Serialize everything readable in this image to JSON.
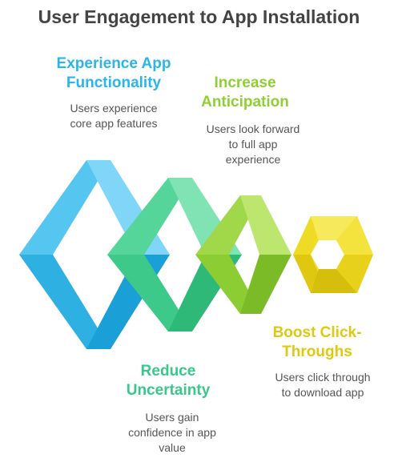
{
  "title": "User Engagement to App Installation",
  "colors": {
    "blue": "#2bb5e8",
    "green": "#38c88a",
    "lime": "#8fcf33",
    "yellow": "#ddc90f",
    "text": "#555555",
    "title": "#444444"
  },
  "stages": [
    {
      "label": "Experience App\nFunctionality",
      "description": "Users experience\ncore app features"
    },
    {
      "label": "Increase\nAnticipation",
      "description": "Users look forward\nto full app\nexperience"
    },
    {
      "label": "Reduce\nUncertainty",
      "description": "Users gain\nconfidence in app\nvalue"
    },
    {
      "label": "Boost Click-\nThroughs",
      "description": "Users click through\nto download app"
    }
  ]
}
